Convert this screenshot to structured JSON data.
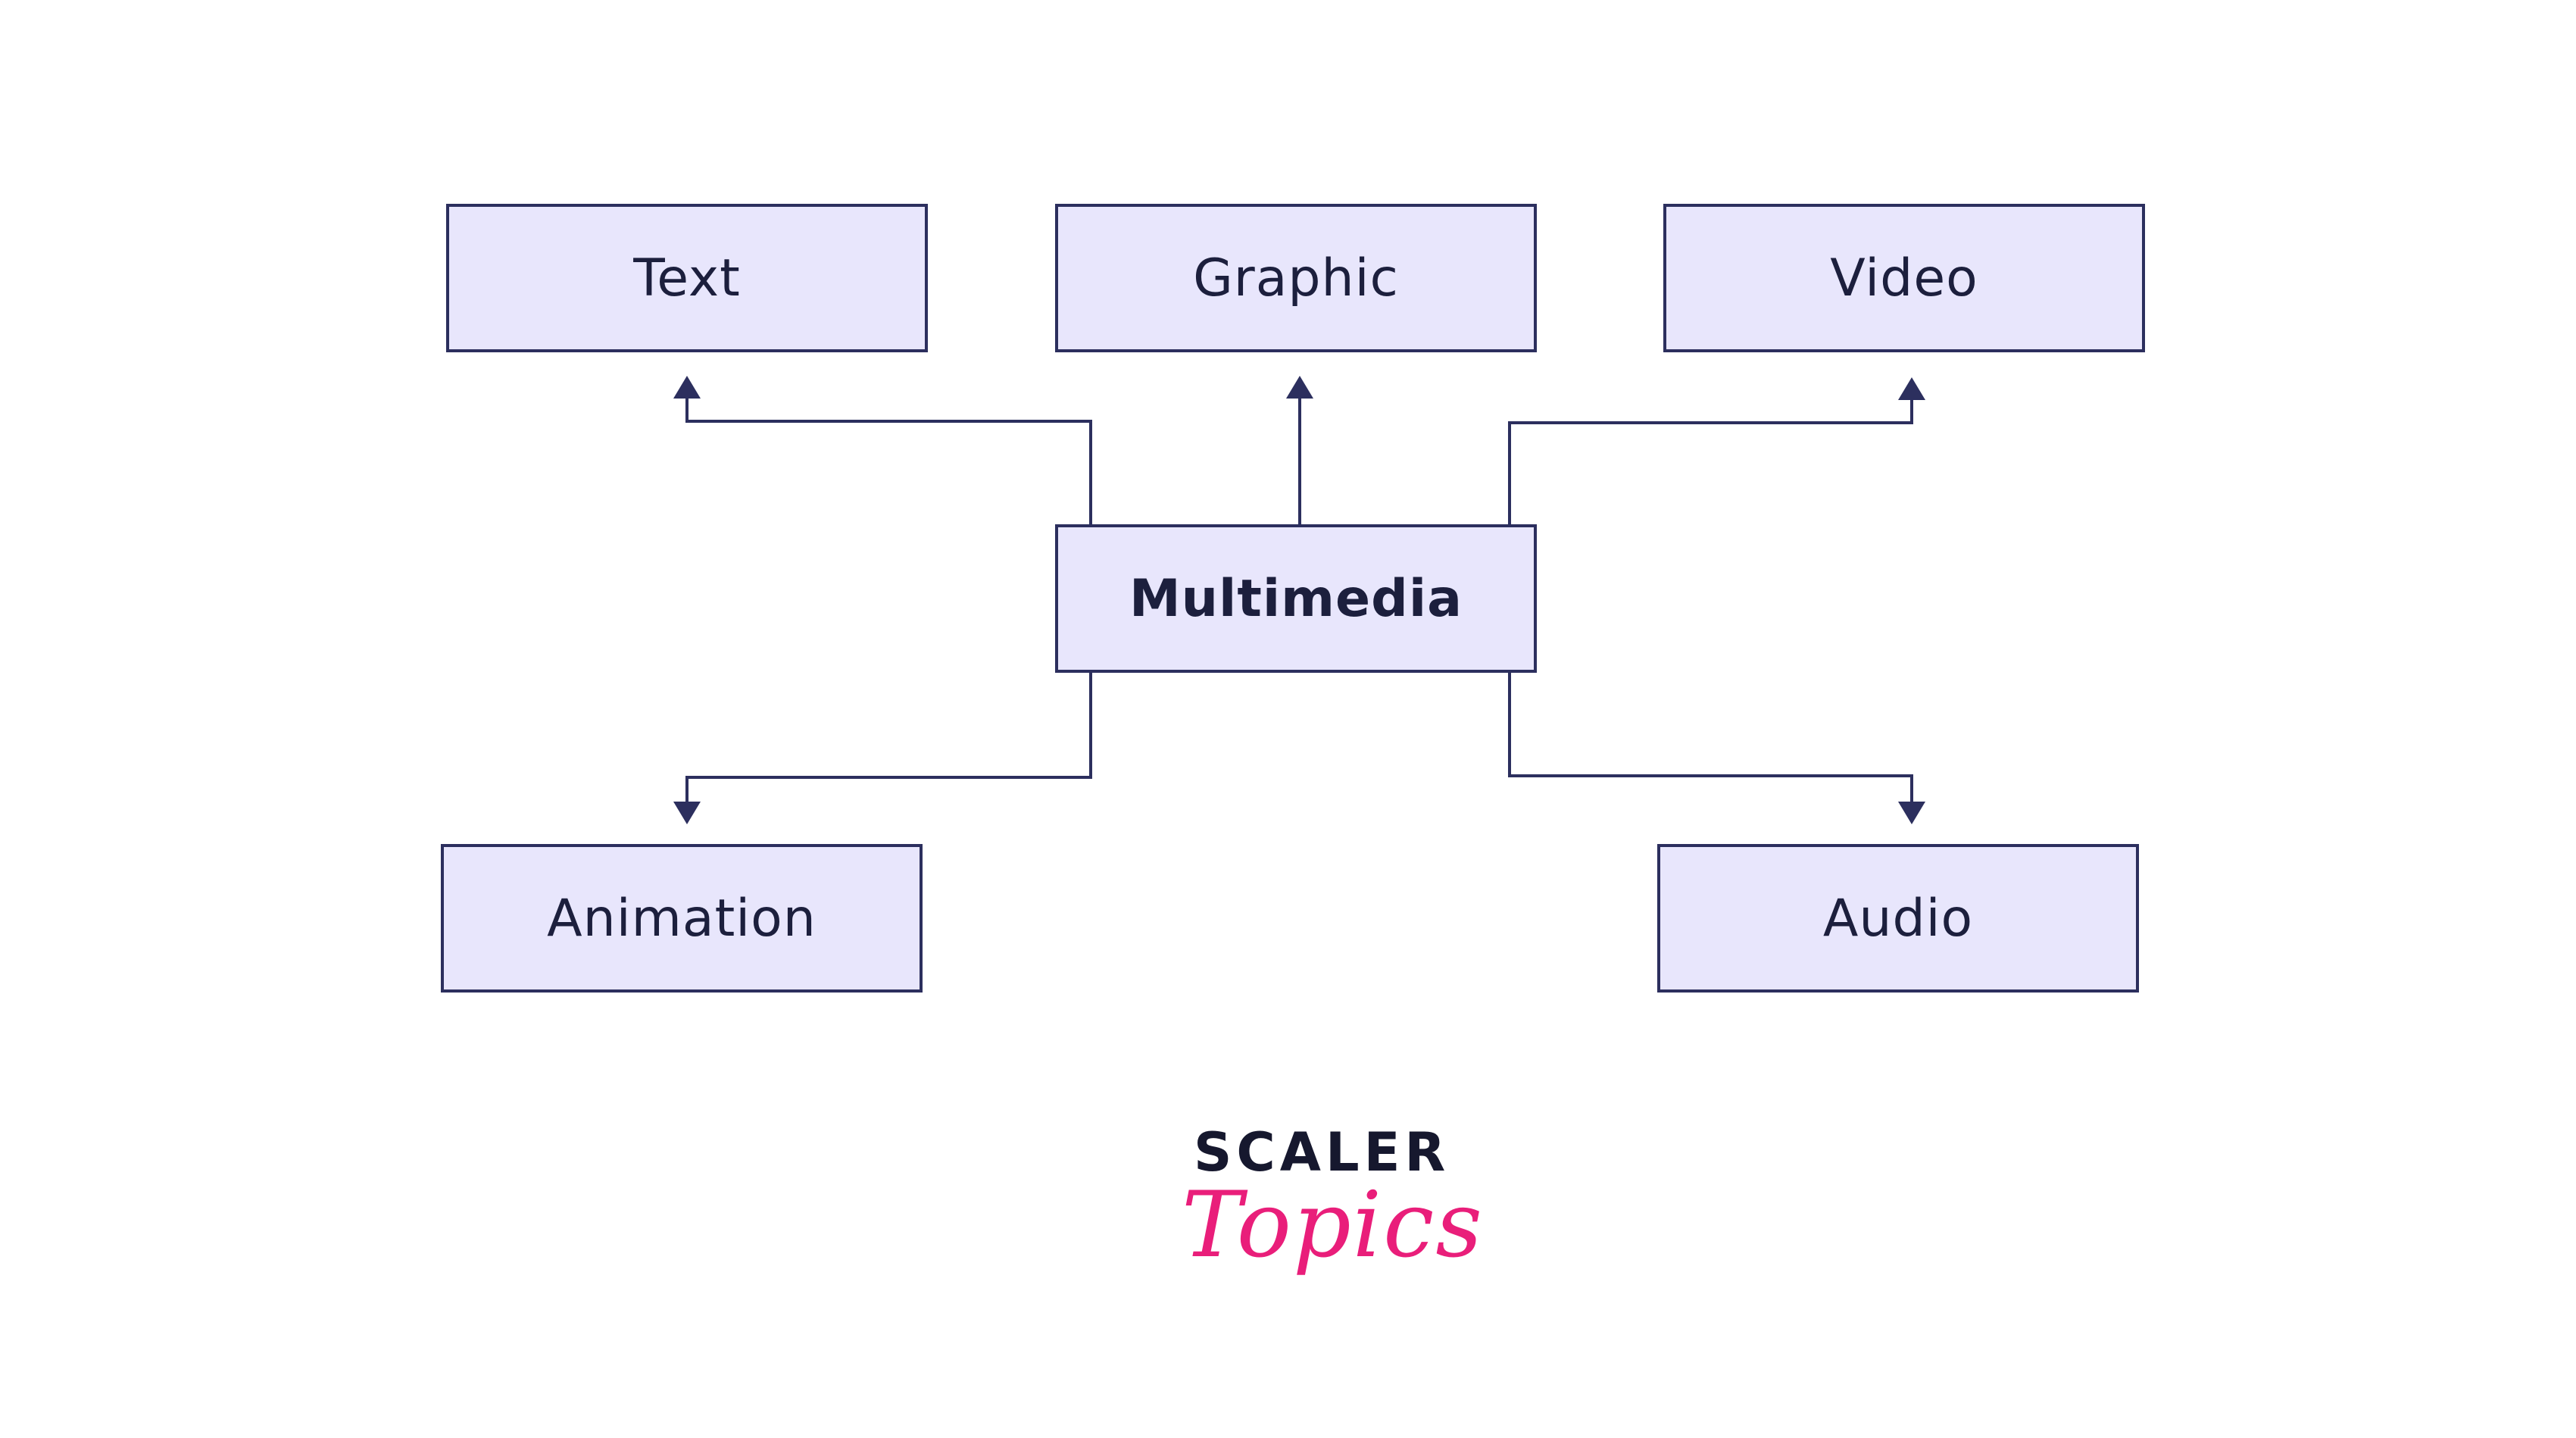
{
  "diagram": {
    "center": {
      "label": "Multimedia"
    },
    "nodes": {
      "text": "Text",
      "graphic": "Graphic",
      "video": "Video",
      "animation": "Animation",
      "audio": "Audio"
    }
  },
  "logo": {
    "top": "SCALER",
    "bottom": "Topics"
  },
  "colors": {
    "box_fill": "#e8e6fc",
    "box_border": "#2c2f5e",
    "text": "#1c1f3d",
    "connector": "#2c2f5e",
    "logo_dark": "#16182e",
    "logo_accent": "#e91e7a"
  }
}
